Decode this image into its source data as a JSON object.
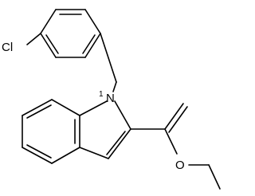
{
  "molecule": {
    "atoms": {
      "chlorine": "Cl",
      "nitrogen": "N",
      "ester_oxygen": "O"
    },
    "superscript_locant": "1"
  }
}
